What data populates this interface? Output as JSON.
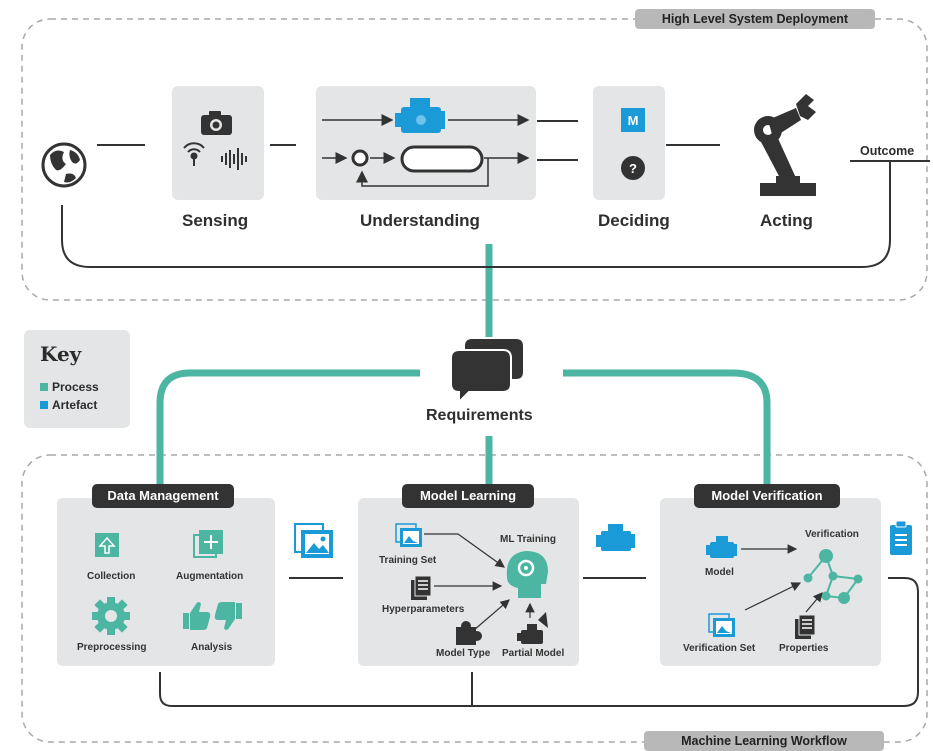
{
  "top_section": {
    "title": "High Level System Deployment",
    "stages": {
      "sensing": "Sensing",
      "understanding": "Understanding",
      "deciding": "Deciding",
      "acting": "Acting"
    },
    "outcome": "Outcome",
    "deciding_badge": "M",
    "deciding_unknown": "?"
  },
  "requirements": "Requirements",
  "key": {
    "title": "Key",
    "process": "Process",
    "artefact": "Artefact",
    "process_color": "#4db6a3",
    "artefact_color": "#1a9ad6"
  },
  "bottom_section": {
    "title": "Machine Learning Workflow",
    "data_management": {
      "header": "Data Management",
      "collection": "Collection",
      "augmentation": "Augmentation",
      "preprocessing": "Preprocessing",
      "analysis": "Analysis"
    },
    "model_learning": {
      "header": "Model Learning",
      "ml_training": "ML Training",
      "training_set": "Training Set",
      "hyperparameters": "Hyperparameters",
      "model_type": "Model Type",
      "partial_model": "Partial Model"
    },
    "model_verification": {
      "header": "Model Verification",
      "verification": "Verification",
      "model": "Model",
      "verification_set": "Verification Set",
      "properties": "Properties"
    }
  },
  "colors": {
    "teal": "#4db6a3",
    "blue": "#1a9ad6",
    "dark": "#333333",
    "panel": "#e3e5e6"
  }
}
